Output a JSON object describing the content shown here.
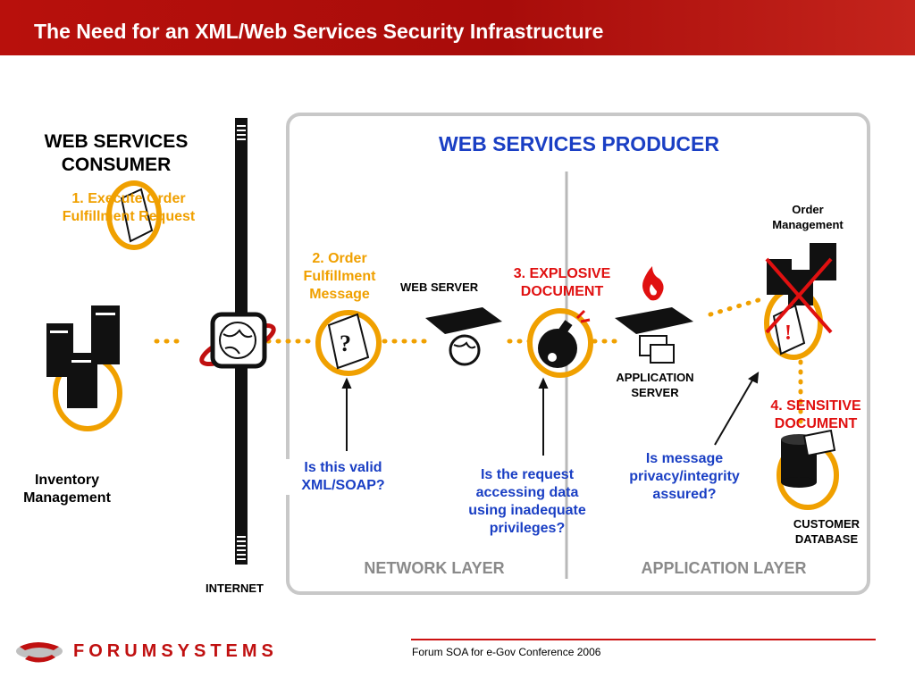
{
  "header": {
    "title": "The Need for an XML/Web Services Security Infrastructure"
  },
  "consumer": {
    "title_line1": "WEB SERVICES",
    "title_line2": "CONSUMER",
    "step1_line1": "1. Execute Order",
    "step1_line2": "Fulfillment Request",
    "inventory_line1": "Inventory",
    "inventory_line2": "Management"
  },
  "internet_label": "INTERNET",
  "producer": {
    "title": "WEB SERVICES PRODUCER",
    "step2_line1": "2. Order",
    "step2_line2": "Fulfillment",
    "step2_line3": "Message",
    "web_server": "WEB SERVER",
    "step3_line1": "3. EXPLOSIVE",
    "step3_line2": "DOCUMENT",
    "app_server_line1": "APPLICATION",
    "app_server_line2": "SERVER",
    "order_mgmt_line1": "Order",
    "order_mgmt_line2": "Management",
    "step4_line1": "4. SENSITIVE",
    "step4_line2": "DOCUMENT",
    "customer_db_line1": "CUSTOMER",
    "customer_db_line2": "DATABASE",
    "network_layer": "NETWORK LAYER",
    "application_layer": "APPLICATION LAYER"
  },
  "questions": {
    "q1_line1": "Is this valid",
    "q1_line2": "XML/SOAP?",
    "q2_line1": "Is the request",
    "q2_line2": "accessing data",
    "q2_line3": "using inadequate",
    "q2_line4": "privileges?",
    "q3_line1": "Is message",
    "q3_line2": "privacy/integrity",
    "q3_line3": "assured?"
  },
  "footer": {
    "logo_text": "FORUMSYSTEMS",
    "conference": "Forum SOA for e-Gov Conference 2006"
  },
  "colors": {
    "header": "#b8100c",
    "orange": "#f0a000",
    "red": "#e01010",
    "blue": "#1a3fc4",
    "gray": "#8a8a8a"
  }
}
